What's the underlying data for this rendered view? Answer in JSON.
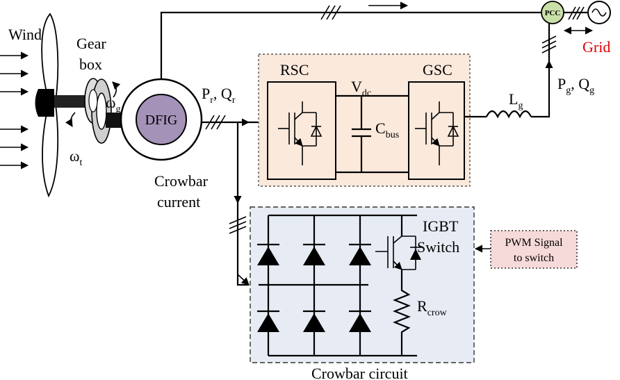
{
  "labels": {
    "wind": "Wind",
    "gearbox_line1": "Gear",
    "gearbox_line2": "box",
    "omega_g": "ω",
    "omega_g_sub": "g",
    "omega_t": "ω",
    "omega_t_sub": "t",
    "dfig": "DFIG",
    "pr_qr": "P",
    "pr_sub": "r",
    "qr_mid": ", Q",
    "qr_sub": "r",
    "rsc": "RSC",
    "gsc": "GSC",
    "vdc": "V",
    "vdc_sub": "dc",
    "cbus": "C",
    "cbus_sub": "bus",
    "lg": "L",
    "lg_sub": "g",
    "pg": "P",
    "pg_sub": "g",
    "qg_mid": ", Q",
    "qg_sub": "g",
    "pcc": "PCC",
    "grid": "Grid",
    "crowbar_current_line1": "Crowbar",
    "crowbar_current_line2": "current",
    "igbt_line1": "IGBT",
    "igbt_line2": "Switch",
    "pwm_line1": "PWM Signal",
    "pwm_line2": "to switch",
    "rcrow": "R",
    "rcrow_sub": "crow",
    "crowbar_circuit": "Crowbar circuit"
  },
  "colors": {
    "dfig_fill": "#a592b8",
    "pcc_fill": "#c9e0a8",
    "converter_bg": "#fbe9dc",
    "crowbar_bg": "#e6ebf4",
    "pwm_bg": "#f6d9d9",
    "grid_text": "#e00000"
  }
}
